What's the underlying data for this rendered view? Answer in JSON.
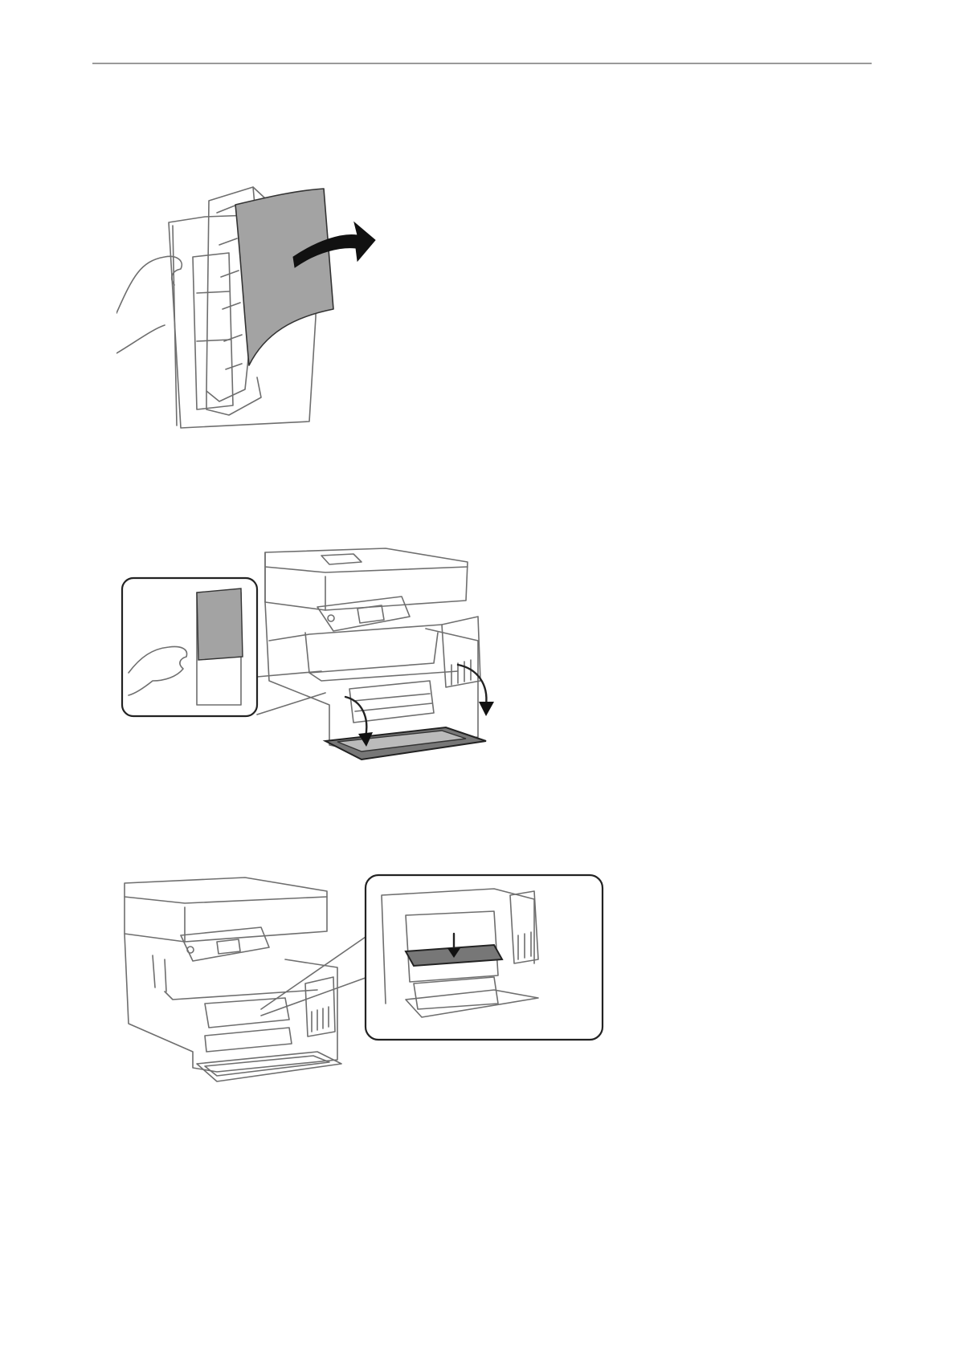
{
  "figures": [
    {
      "icon": "remove-jammed-paper-rear-cover-illustration"
    },
    {
      "icon": "open-front-cover-illustration"
    },
    {
      "icon": "pull-out-paper-guide-illustration"
    }
  ],
  "colors": {
    "paper": "#a3a3a3",
    "line": "#6e6e6e",
    "arrow": "#111111",
    "rule": "#9a9a9a"
  }
}
